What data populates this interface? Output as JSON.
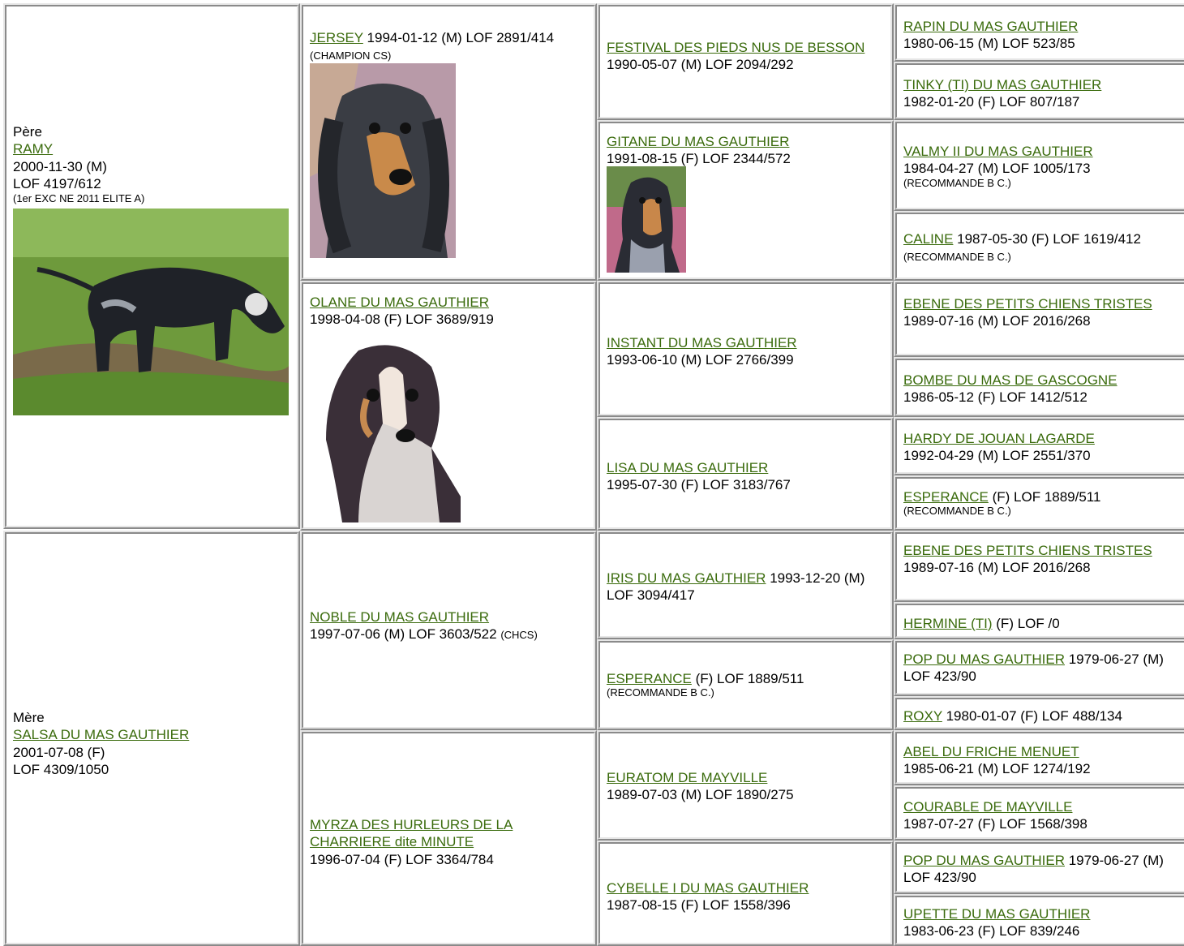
{
  "colors": {
    "link": "#3a6b0c",
    "border_dark": "#8a8a8a",
    "border_light": "#e6e6e6"
  },
  "sire": {
    "label": "Père",
    "name": "RAMY",
    "birth": "2000-11-30 (M)",
    "lof": "LOF 4197/612",
    "note": "(1er EXC NE 2011 ELITE A)"
  },
  "dam": {
    "label": "Mère",
    "name": "SALSA DU MAS GAUTHIER",
    "birth": "2001-07-08 (F)",
    "lof": "LOF 4309/1050"
  },
  "gen2": {
    "jersey": {
      "name": "JERSEY",
      "info": " 1994-01-12 (M) LOF 2891/414 ",
      "note": "(CHAMPION CS)"
    },
    "olane": {
      "name": "OLANE DU MAS GAUTHIER",
      "info": "1998-04-08 (F) LOF 3689/919"
    },
    "noble": {
      "name": "NOBLE DU MAS GAUTHIER",
      "info": "1997-07-06 (M) LOF 3603/522 ",
      "note": "(CHCS)"
    },
    "myrza": {
      "name": "MYRZA DES HURLEURS DE LA CHARRIERE dite MINUTE",
      "info": "1996-07-04 (F) LOF 3364/784"
    }
  },
  "gen3": {
    "festival": {
      "name": "FESTIVAL DES PIEDS NUS DE BESSON",
      "info": " 1990-05-07 (M) LOF 2094/292"
    },
    "gitane": {
      "name": "GITANE DU MAS GAUTHIER",
      "info": "1991-08-15 (F) LOF 2344/572"
    },
    "instant": {
      "name": "INSTANT DU MAS GAUTHIER",
      "info": "1993-06-10 (M) LOF 2766/399"
    },
    "lisa": {
      "name": "LISA DU MAS GAUTHIER",
      "info": "1995-07-30 (F) LOF 3183/767"
    },
    "iris": {
      "name": "IRIS DU MAS GAUTHIER",
      "info": " 1993-12-20 (M) LOF 3094/417"
    },
    "esperance": {
      "name": "ESPERANCE",
      "info": " (F) LOF 1889/511",
      "note": "(RECOMMANDE B C.)"
    },
    "euratom": {
      "name": "EURATOM DE MAYVILLE",
      "info": "1989-07-03 (M) LOF 1890/275"
    },
    "cybelle": {
      "name": "CYBELLE I DU MAS GAUTHIER",
      "info": "1987-08-15 (F) LOF 1558/396"
    }
  },
  "gen4": {
    "rapin": {
      "name": "RAPIN DU MAS GAUTHIER",
      "info": "1980-06-15 (M) LOF 523/85"
    },
    "tinky": {
      "name": "TINKY (TI) DU MAS GAUTHIER",
      "info": "1982-01-20 (F) LOF 807/187"
    },
    "valmy": {
      "name": "VALMY II DU MAS GAUTHIER",
      "info": "1984-04-27 (M) LOF 1005/173",
      "note": "(RECOMMANDE B C.)"
    },
    "caline": {
      "name": "CALINE",
      "info": " 1987-05-30 (F) LOF 1619/412 ",
      "note": "(RECOMMANDE B C.)"
    },
    "ebene1": {
      "name": "EBENE DES PETITS CHIENS TRISTES",
      "info": " 1989-07-16 (M) LOF 2016/268"
    },
    "bombe": {
      "name": "BOMBE DU MAS DE GASCOGNE",
      "info": "1986-05-12 (F) LOF 1412/512"
    },
    "hardy": {
      "name": "HARDY DE JOUAN LAGARDE",
      "info": "1992-04-29 (M) LOF 2551/370"
    },
    "esperance4": {
      "name": "ESPERANCE",
      "info": " (F) LOF 1889/511",
      "note": "(RECOMMANDE B C.)"
    },
    "ebene2": {
      "name": "EBENE DES PETITS CHIENS TRISTES",
      "info": " 1989-07-16 (M) LOF 2016/268"
    },
    "hermine": {
      "name": "HERMINE (TI)",
      "info": " (F) LOF /0"
    },
    "pop1": {
      "name": "POP DU MAS GAUTHIER",
      "info": " 1979-06-27 (M) LOF 423/90"
    },
    "roxy": {
      "name": "ROXY",
      "info": " 1980-01-07 (F) LOF 488/134"
    },
    "abel": {
      "name": "ABEL DU FRICHE MENUET",
      "info": "1985-06-21 (M) LOF 1274/192"
    },
    "courable": {
      "name": "COURABLE DE MAYVILLE",
      "info": "1987-07-27 (F) LOF 1568/398"
    },
    "pop2": {
      "name": "POP DU MAS GAUTHIER",
      "info": " 1979-06-27 (M) LOF 423/90"
    },
    "upette": {
      "name": "UPETTE DU MAS GAUTHIER",
      "info": "1983-06-23 (F) LOF 839/246"
    }
  }
}
